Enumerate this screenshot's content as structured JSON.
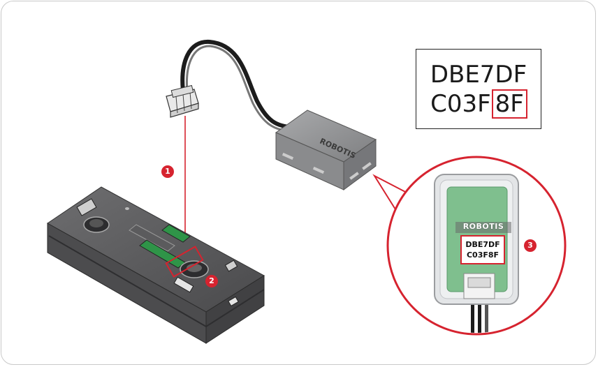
{
  "address_box": {
    "line1": "DBE7DF",
    "line2_prefix": "C03F",
    "line2_highlight": "8F"
  },
  "zoom_label": {
    "brand": "ROBOTIS",
    "line1": "DBE7DF",
    "line2": "C03F8F"
  },
  "module_brand": "ROBOTIS",
  "steps": [
    "1",
    "2",
    "3"
  ],
  "colors": {
    "accent": "#d6232f",
    "device_gray": "#5b5b5d",
    "module_gray": "#8f9092",
    "board_green": "#7fbf8e"
  }
}
